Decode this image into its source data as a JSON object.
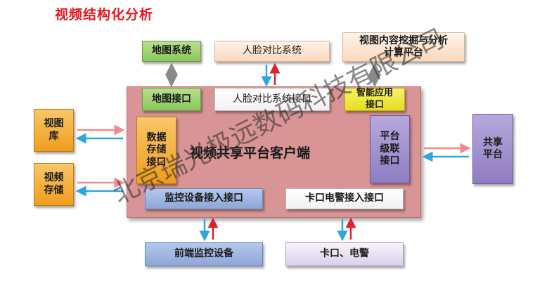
{
  "title": "视频结构化分析",
  "platform": {
    "label": "视频共享平台客户端"
  },
  "top": {
    "map_system": "地图系统",
    "face_system": "人脸对比系统",
    "video_mining_line1": "视图内容挖掘与分析",
    "video_mining_line2": "计算平台"
  },
  "interfaces": {
    "map": "地图接口",
    "face": "人脸对比系统接口",
    "smart_line1": "智能应用",
    "smart_line2": "接口",
    "storage_lines": [
      "数据",
      "存储",
      "接口"
    ],
    "cascade_lines": [
      "平台",
      "级联",
      "接口"
    ],
    "monitor": "监控设备接入接口",
    "checkpoint": "卡口电警接入接口"
  },
  "side": {
    "video_lib": [
      "视图",
      "库"
    ],
    "video_storage": [
      "视频",
      "存储"
    ],
    "share_platform": [
      "共享",
      "平台"
    ]
  },
  "bottom": {
    "front_device": "前端监控设备",
    "checkpoint_police": "卡口、电警"
  },
  "watermark": "北京瑞光极远数码科技有限公司",
  "colors": {
    "title": "#e8141e",
    "platform": "#d99595",
    "arrow_pink": "#f08a8f",
    "arrow_blue": "#2fa6e0",
    "arrow_gray": "#8a8a8a"
  }
}
